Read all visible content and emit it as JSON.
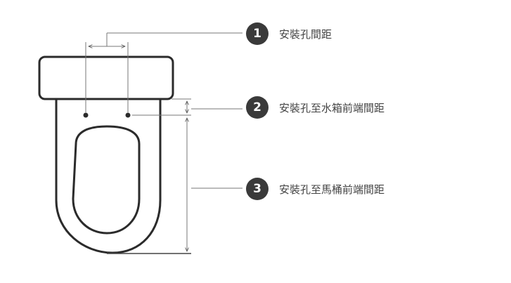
{
  "callouts": [
    {
      "number": "1",
      "label": "安裝孔間距"
    },
    {
      "number": "2",
      "label": "安裝孔至水箱前端間距"
    },
    {
      "number": "3",
      "label": "安裝孔至馬桶前端間距"
    }
  ],
  "colors": {
    "stroke": "#2b2b2b",
    "badge": "#3a3a3a",
    "text": "#444444",
    "guide": "#777777"
  }
}
